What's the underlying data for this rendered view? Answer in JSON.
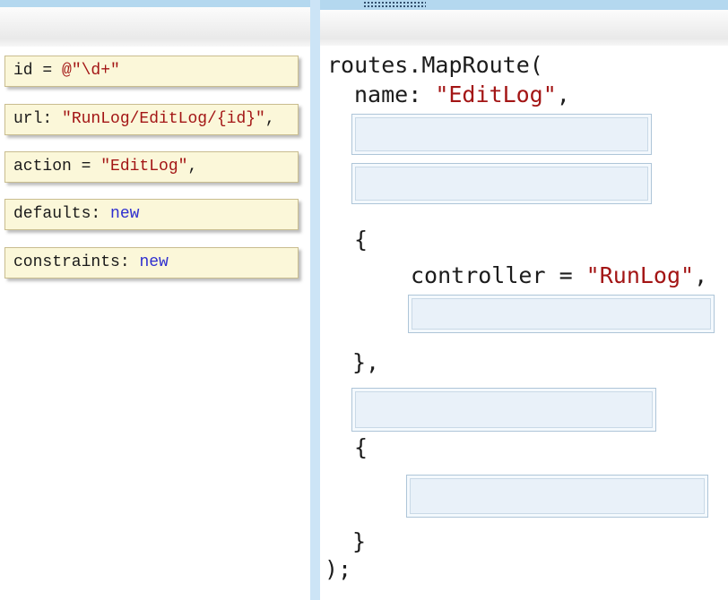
{
  "colors": {
    "string_literal": "#a31515",
    "keyword": "#2f2fd0",
    "code_text": "#1c1c1c",
    "snippet_bg": "#fbf7d9",
    "snippet_border": "#c9bd8f",
    "dropzone_bg": "#e9f1f9",
    "dropzone_border": "#aec5d8",
    "panel_accent": "#b4d8ef",
    "divider": "#cce4f6",
    "gripper_dots": "#33506e"
  },
  "left_panel": {
    "snippets": [
      {
        "prefix": "id = ",
        "value": "@\"\\d+\"",
        "suffix": ""
      },
      {
        "prefix": "url: ",
        "value": "\"RunLog/EditLog/{id}\"",
        "suffix": ","
      },
      {
        "prefix": "action = ",
        "value": "\"EditLog\"",
        "suffix": ","
      },
      {
        "prefix": "defaults: ",
        "value": "new",
        "suffix": ""
      },
      {
        "prefix": "constraints: ",
        "value": "new",
        "suffix": ""
      }
    ]
  },
  "right_panel": {
    "code": {
      "open_call": "routes.MapRoute(",
      "name_label": "name: ",
      "name_value": "\"EditLog\"",
      "name_suffix": ",",
      "open_brace1": "{",
      "controller_label": "controller = ",
      "controller_value": "\"RunLog\"",
      "controller_suffix": ",",
      "close_brace_comma": "},",
      "open_brace2": "{",
      "close_brace": "}",
      "close_call": ");"
    }
  }
}
